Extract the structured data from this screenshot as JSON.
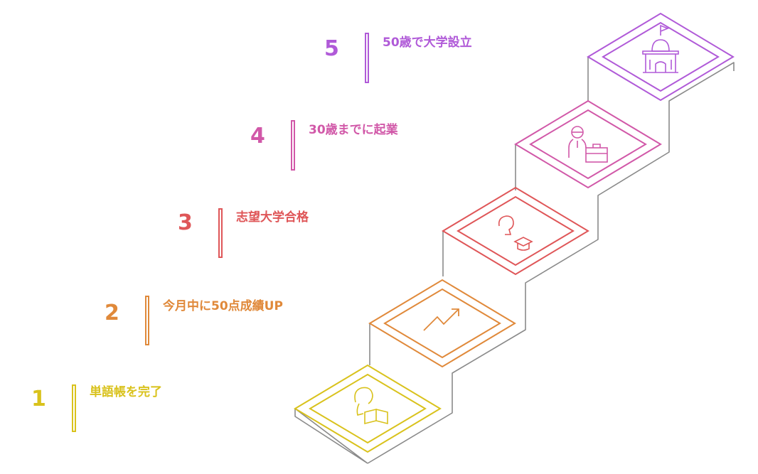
{
  "steps": [
    {
      "number": "1",
      "label": "単語帳を完了",
      "color": "#d9c21c",
      "icon": "student-reading-book-icon"
    },
    {
      "number": "2",
      "label": "今月中に50点成績UP",
      "color": "#e0893a",
      "icon": "trend-up-arrow-icon"
    },
    {
      "number": "3",
      "label": "志望大学合格",
      "color": "#df5658",
      "icon": "graduation-cap-icon"
    },
    {
      "number": "4",
      "label": "30歳までに起業",
      "color": "#d158a8",
      "icon": "businessperson-briefcase-icon"
    },
    {
      "number": "5",
      "label": "50歳で大学設立",
      "color": "#b05ad8",
      "icon": "university-building-icon"
    }
  ]
}
